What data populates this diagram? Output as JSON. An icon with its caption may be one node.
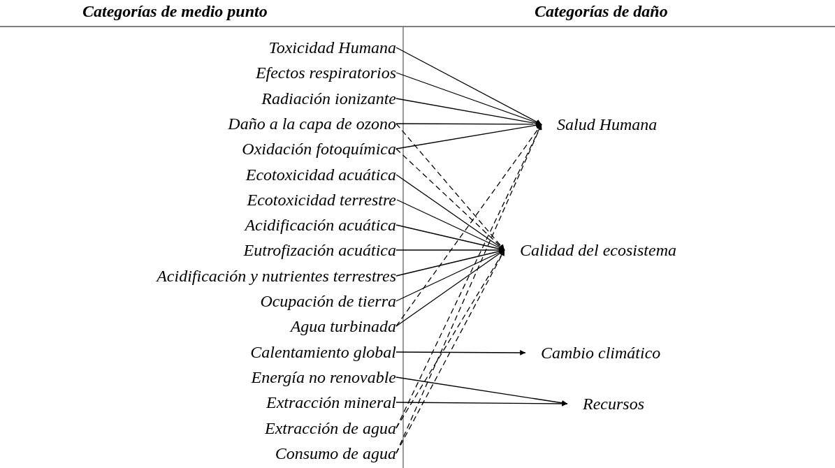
{
  "diagram": {
    "nodes": [
      {
        "text": [
          "Toxicidad Humana"
        ]
      },
      {
        "text": [
          "Efectos respiratorios"
        ]
      },
      {
        "text": [
          "Radiación ionizante"
        ]
      },
      {
        "text": [
          "Daño a la capa de ozono"
        ]
      },
      {
        "text": [
          "Oxidación fotoquímica"
        ]
      },
      {
        "text": [
          "Ecotoxicidad acuática"
        ]
      },
      {
        "text": [
          "Ecotoxicidad terrestre"
        ]
      },
      {
        "text": [
          "Acidificación acuática"
        ]
      },
      {
        "text": [
          "Eutrofización acuática"
        ]
      },
      {
        "text": [
          "Acidificación y nutrientes terrestres"
        ]
      },
      {
        "text": [
          "Ocupación de tierra"
        ]
      },
      {
        "text": [
          "Agua turbinada"
        ]
      },
      {
        "text": [
          "Calentamiento global"
        ]
      },
      {
        "text": [
          "Energía no renovable"
        ]
      },
      {
        "text": [
          "Extracción mineral"
        ]
      },
      {
        "text": [
          "Extracción de agua"
        ]
      },
      {
        "text": [
          "Consumo de agua"
        ]
      },
      {
        "text": [
          "Salud Humana"
        ]
      },
      {
        "text": [
          "Calidad del ecosistema"
        ]
      },
      {
        "text": [
          "Cambio climático"
        ]
      },
      {
        "text": [
          "Recursos"
        ]
      }
    ],
    "edges": [
      {
        "from": 0,
        "to": 17,
        "arrow": "to"
      },
      {
        "from": 1,
        "to": 17,
        "arrow": "to"
      },
      {
        "from": 2,
        "to": 17,
        "arrow": "to"
      },
      {
        "from": 3,
        "to": 17,
        "arrow": "to"
      },
      {
        "from": 4,
        "to": 17,
        "arrow": "to"
      },
      {
        "from": 3,
        "to": 18,
        "arrow": "to",
        "style": "dashed"
      },
      {
        "from": 4,
        "to": 18,
        "arrow": "to",
        "style": "dashed"
      },
      {
        "from": 5,
        "to": 18,
        "arrow": "to"
      },
      {
        "from": 6,
        "to": 18,
        "arrow": "to"
      },
      {
        "from": 7,
        "to": 18,
        "arrow": "to"
      },
      {
        "from": 8,
        "to": 18,
        "arrow": "to"
      },
      {
        "from": 9,
        "to": 18,
        "arrow": "to"
      },
      {
        "from": 10,
        "to": 18,
        "arrow": "to"
      },
      {
        "from": 11,
        "to": 18,
        "arrow": "to"
      },
      {
        "from": 11,
        "to": 17,
        "arrow": "to",
        "style": "dashed"
      },
      {
        "from": 12,
        "to": 19,
        "arrow": "to"
      },
      {
        "from": 13,
        "to": 20,
        "arrow": "to"
      },
      {
        "from": 14,
        "to": 20,
        "arrow": "to"
      },
      {
        "from": 15,
        "to": 17,
        "arrow": "to",
        "style": "dashed"
      },
      {
        "from": 15,
        "to": 18,
        "arrow": "to",
        "style": "dashed"
      },
      {
        "from": 16,
        "to": 17,
        "arrow": "to",
        "style": "dashed"
      },
      {
        "from": 16,
        "to": 18,
        "arrow": "to",
        "style": "dashed"
      }
    ],
    "labels": [
      "Categorías de medio punto",
      "Categorías de daño"
    ]
  }
}
